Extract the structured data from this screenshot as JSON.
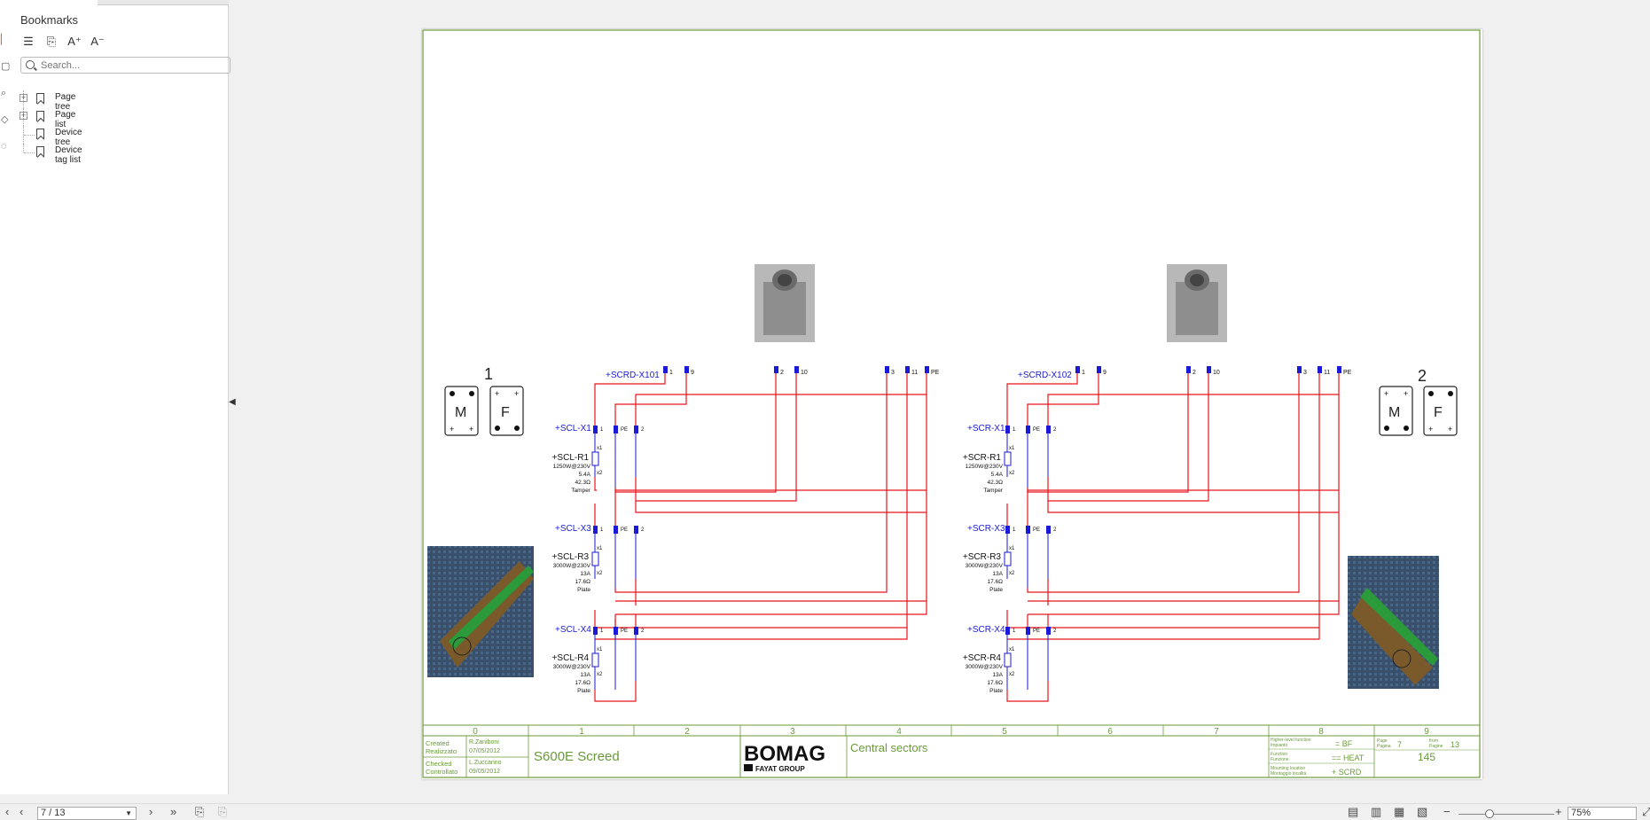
{
  "sidebar": {
    "title": "Bookmarks",
    "search_placeholder": "Search...",
    "items": [
      {
        "label": "Page tree",
        "expandable": true
      },
      {
        "label": "Page list",
        "expandable": true
      },
      {
        "label": "Device tree",
        "expandable": false
      },
      {
        "label": "Device tag list",
        "expandable": false
      }
    ]
  },
  "statusbar": {
    "page_indicator": "7 / 13",
    "zoom": "75%"
  },
  "drawing": {
    "left_group": {
      "number": "1",
      "m_label": "M",
      "f_label": "F",
      "connector": "+SCRD-X101",
      "terminals_top": [
        "1",
        "9",
        "2",
        "10",
        "3",
        "11",
        "PE"
      ],
      "x_prefix": "+SCL",
      "blocks": [
        {
          "x": "+SCL-X1",
          "r": "+SCL-R1",
          "specs": [
            "1250W@230V",
            "5.4A",
            "42.3Ω",
            "Tamper"
          ]
        },
        {
          "x": "+SCL-X3",
          "r": "+SCL-R3",
          "specs": [
            "3000W@230V",
            "13A",
            "17.6Ω",
            "Plate"
          ]
        },
        {
          "x": "+SCL-X4",
          "r": "+SCL-R4",
          "specs": [
            "3000W@230V",
            "13A",
            "17.6Ω",
            "Plate"
          ]
        }
      ]
    },
    "right_group": {
      "number": "2",
      "m_label": "M",
      "f_label": "F",
      "connector": "+SCRD-X102",
      "terminals_top": [
        "1",
        "9",
        "2",
        "10",
        "3",
        "11",
        "PE"
      ],
      "blocks": [
        {
          "x": "+SCR-X1",
          "r": "+SCR-R1",
          "specs": [
            "1250W@230V",
            "5.4A",
            "42.3Ω",
            "Tamper"
          ]
        },
        {
          "x": "+SCR-X3",
          "r": "+SCR-R3",
          "specs": [
            "3000W@230V",
            "13A",
            "17.6Ω",
            "Plate"
          ]
        },
        {
          "x": "+SCR-X4",
          "r": "+SCR-R4",
          "specs": [
            "3000W@230V",
            "13A",
            "17.6Ω",
            "Plate"
          ]
        }
      ]
    },
    "pin_labels": {
      "p1": "1",
      "pe": "PE",
      "p2": "2",
      "x1": "x1",
      "x2": "x2"
    },
    "columns": [
      "0",
      "1",
      "2",
      "3",
      "4",
      "5",
      "6",
      "7",
      "8",
      "9"
    ],
    "title_block": {
      "created_label": "Created",
      "created_label_it": "Realizzato",
      "checked_label": "Checked",
      "checked_label_it": "Controllato",
      "created_by": "R.Zaniboni",
      "created_date": "07/05/2012",
      "checked_by": "L.Zuccarino",
      "checked_date": "09/05/2012",
      "project": "S600E Screed",
      "brand": "BOMAG",
      "brand_sub": "FAYAT GROUP",
      "description": "Central sectors",
      "hlf_label": "Higher-level function",
      "hlf_label_it": "Impianto",
      "hlf_value": "= BF",
      "func_label": "Function",
      "func_label_it": "Funzione",
      "func_value": "== HEAT",
      "loc_label": "Mounting location",
      "loc_label_it": "Montaggio località",
      "loc_value": "+ SCRD",
      "page_label": "Page",
      "page_label_it": "Pagina",
      "page_value": "7",
      "from_label": "from",
      "from_label_it": "Pagine",
      "from_value": "13",
      "sheet_number": "145"
    },
    "colors": {
      "wire": "#e8141c",
      "blue": "#1a1ad8",
      "green": "#6a9a3a",
      "frame": "#5a8a4a"
    }
  }
}
